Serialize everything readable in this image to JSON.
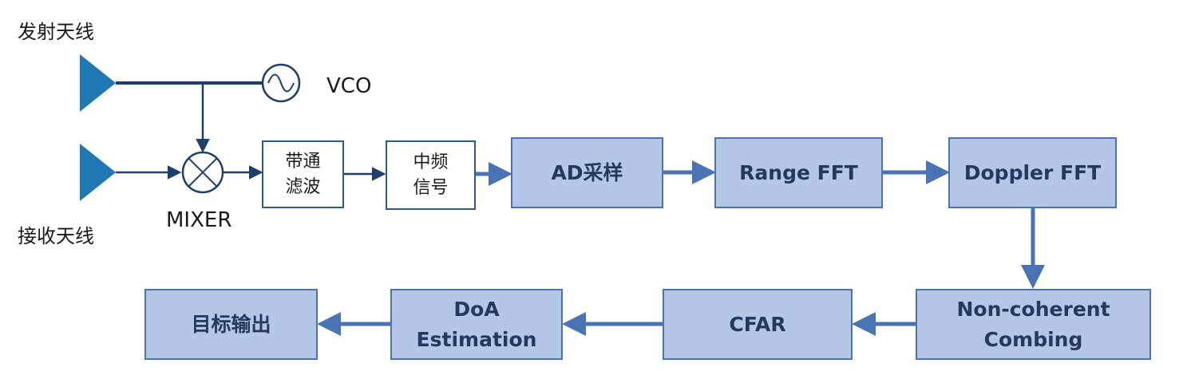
{
  "antennas": {
    "tx_label": "发射天线",
    "rx_label": "接收天线"
  },
  "components": {
    "vco_label": "VCO",
    "mixer_label": "MIXER"
  },
  "analog_blocks": {
    "bandpass_filter": [
      "带通",
      "滤波"
    ],
    "if_signal": [
      "中频",
      "信号"
    ]
  },
  "processing_blocks": {
    "ad_sampling": "AD采样",
    "range_fft": "Range FFT",
    "doppler_fft": "Doppler FFT",
    "non_coherent": [
      "Non-coherent",
      "Combing"
    ],
    "cfar": "CFAR",
    "doa": [
      "DoA",
      "Estimation"
    ],
    "target_output": "目标输出"
  },
  "colors": {
    "block_fill": "#b4c7e7",
    "block_border": "#4a73b5",
    "block_text": "#233a5e",
    "wire_dark": "#1f3f6a",
    "flow_arrow": "#4a73b5",
    "antenna_fill": "#1f77b4"
  }
}
